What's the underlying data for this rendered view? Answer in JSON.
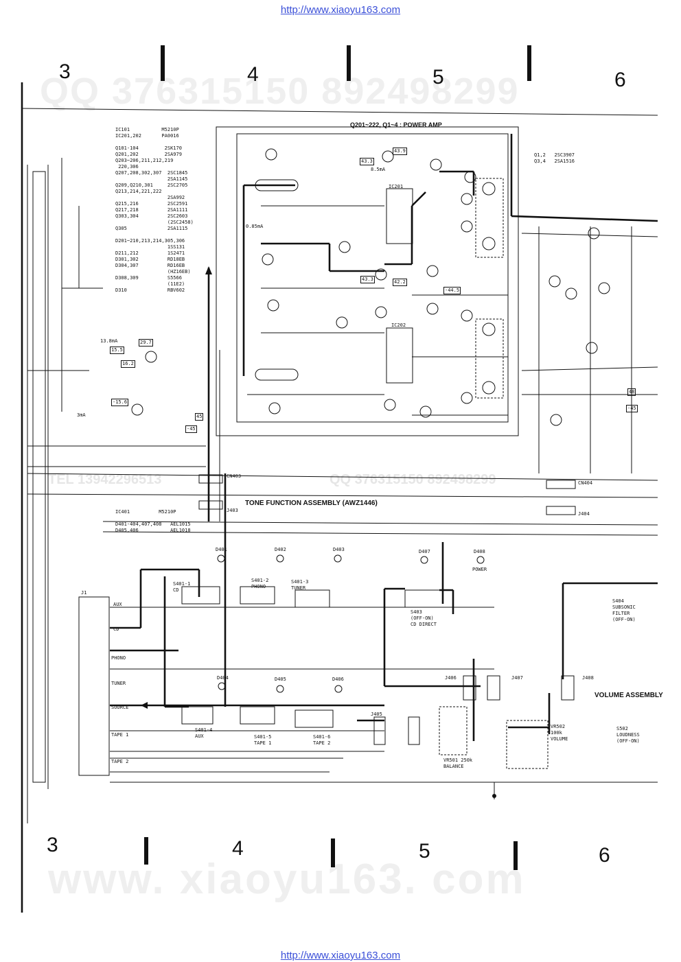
{
  "urls": {
    "top": "http://www.xiaoyu163.com",
    "bottom": "http://www.xiaoyu163.com"
  },
  "watermarks": {
    "qq": "QQ 376315150  892498299",
    "site": "www. xiaoyu163. com",
    "tel": "TEL 13942296513",
    "qq_mid": "QQ 376315150 892498299"
  },
  "columns": {
    "top": [
      "3",
      "4",
      "5",
      "6"
    ],
    "bottom": [
      "3",
      "4",
      "5",
      "6"
    ]
  },
  "headings": {
    "power_amp": "Q201~222, Q1~4 : POWER AMP",
    "tone": "TONE FUNCTION ASSEMBLY (AWZ1446)",
    "volume": "VOLUME ASSEMBLY"
  },
  "parts_list_power": "IC101           M5210P\nIC201,202       PA0016\n\nQ101-104         2SK170\nQ201,202         2SA979\nQ203~206,211,212,219\n 220,306\nQ207,208,302,307  2SC1845\n                  2SA1145\nQ209,Q210,301     2SC2705\nQ213,214,221,222\n                  2SA992\nQ215,216          2SC2591\nQ217,218          2SA1111\nQ303,304          2SC2603\n                  (2SC2458)\nQ305              2SA1115\n\nD201~210,213,214,305,306\n                  1SS131\nD211,212          1S2471\nD301,302          RD18EB\nD304,307          RD16EB\n                  (HZ16EB)\nD308,309          S5566\n                  (11E2)\nD310              RBV602",
  "parts_list_q1": "Q1,2   2SC3907\nQ3,4   2SA1516",
  "parts_list_tone": "IC401          M5210P\n\nD401-404,407,408   AEL1015\nD405,406           AEL1018",
  "connectors": {
    "cn403": "CN403",
    "j403": "J403",
    "cn404": "CN404",
    "j404": "J404",
    "j1": "J1",
    "j405": "J405",
    "j406": "J406",
    "j407": "J407",
    "j408": "J408"
  },
  "switch_labels": {
    "cd": "S401-1\nCD",
    "phono": "S401-2\nPHONO",
    "tuner": "S401-3\nTUNER",
    "aux": "S401-4\nAUX",
    "tape1": "S401-5\nTAPE 1",
    "tape2": "S401-6\nTAPE 2",
    "cd_direct": "S403\n(OFF-ON)\nCD DIRECT",
    "subsonic": "S404\nSUBSONIC\nFILTER\n(OFF-ON)",
    "loudness": "S502\nLOUDNESS\n(OFF-ON)"
  },
  "input_labels": [
    "AUX",
    "CD",
    "PHONO",
    "TUNER",
    "SOURCE",
    "TAPE 1",
    "TAPE 2"
  ],
  "pot_labels": {
    "balance": "VR501 250k\nBALANCE",
    "volume": "VR502\n100k\nVOLUME"
  },
  "led_labels": [
    "D401",
    "D402",
    "D403",
    "D407",
    "D408",
    "D404",
    "D405",
    "D406"
  ],
  "power_label": "POWER",
  "misc_values": {
    "v_13_8ma": "13.8mA",
    "v_15_5": "15.5",
    "v_29_7": "29.7",
    "v_16_2": "16.2",
    "v_15_6": "-15.6",
    "v_3ma": "3mA",
    "v_43_3": "43.3",
    "v_43_9": "43.9",
    "v_44_5": "-44.5",
    "v_43_3b": "43.3",
    "v_42_2": "42.2",
    "v_45": "45",
    "v_45b": "-45",
    "v_0_85": "0.85mA",
    "v_8_5": "8.5mA",
    "v_48": "48",
    "v_45c": "-45",
    "ic202": "IC202",
    "ic201": "IC201"
  }
}
